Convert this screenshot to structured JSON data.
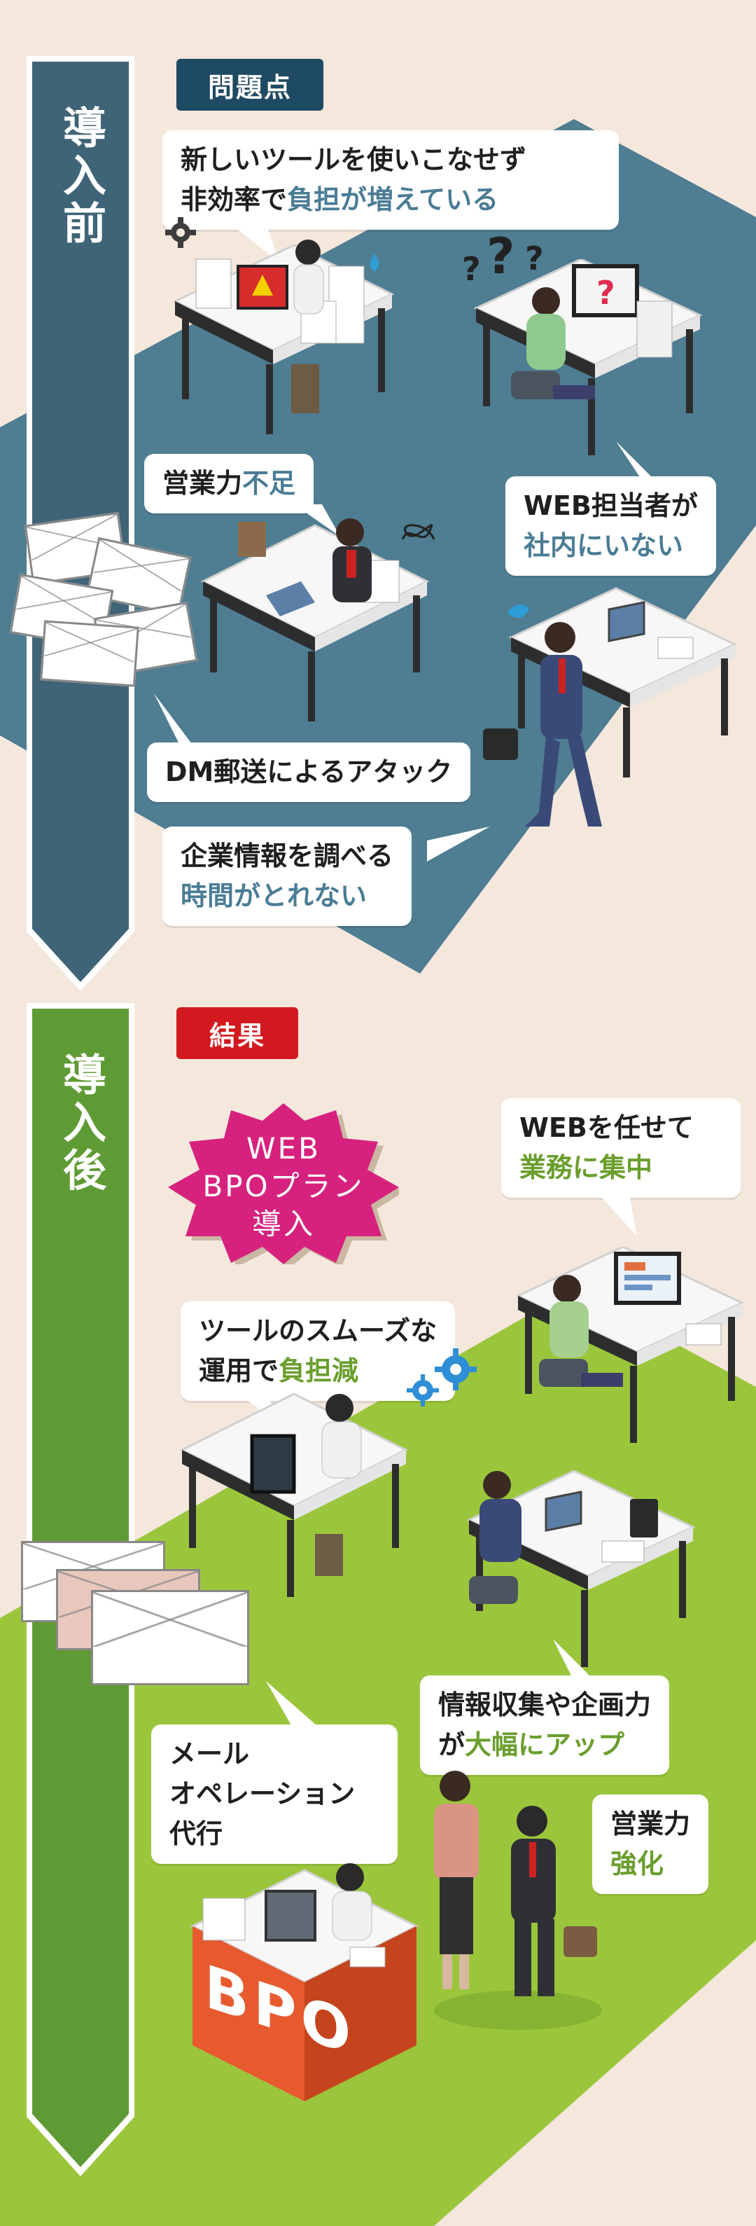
{
  "before": {
    "arrow_label": "導入前",
    "tag": "問題点",
    "bubbles": {
      "tools_line1": "新しいツールを使いこなせず",
      "tools_line2a": "非効率で",
      "tools_line2b": "負担が増えている",
      "sales_a": "営業力",
      "sales_b": "不足",
      "web_a": "WEB担当者が",
      "web_b": "社内にいない",
      "dm": "DM郵送によるアタック",
      "research_a": "企業情報を調べる",
      "research_b": "時間がとれない"
    },
    "colors": {
      "arrow": "#3f6477",
      "floor": "#4f7d92",
      "tag": "#1f4a63",
      "highlight": "#4a7c95"
    }
  },
  "after": {
    "arrow_label": "導入後",
    "tag": "結果",
    "badge_line1": "WEB",
    "badge_line2": "BPOプラン",
    "badge_line3": "導入",
    "bubbles": {
      "web_a": "WEBを任せて",
      "web_b": "業務に集中",
      "tools_a": "ツールのスムーズな",
      "tools_b1": "運用で",
      "tools_b2": "負担減",
      "info_a": "情報収集や企画力",
      "info_b1": "が",
      "info_b2": "大幅にアップ",
      "mail_1": "メール",
      "mail_2": "オペレーション",
      "mail_3": "代行",
      "sales_a": "営業力",
      "sales_b": "強化"
    },
    "bpo_sign": "BPO",
    "colors": {
      "arrow": "#5f9b35",
      "floor": "#9bc63c",
      "tag": "#d2191f",
      "badge": "#d6227e",
      "highlight": "#6a9e2d"
    }
  },
  "icons": [
    "gear-icon",
    "question-mark-icon",
    "warning-icon",
    "envelope-icon",
    "sweat-drop-icon",
    "scribble-icon"
  ]
}
